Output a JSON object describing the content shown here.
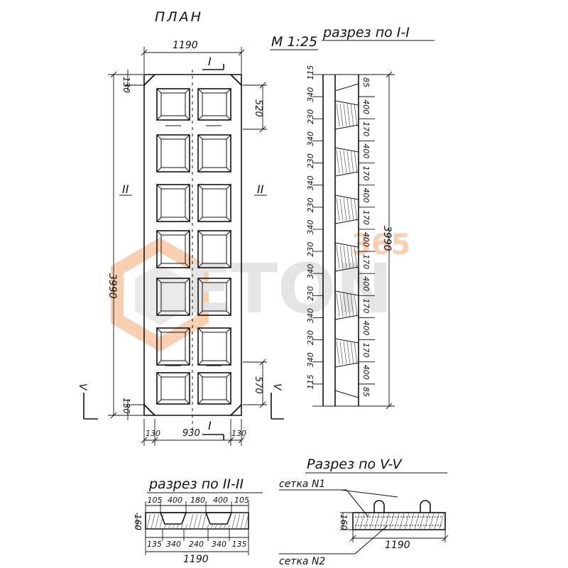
{
  "titles": {
    "plan": "ПЛАН",
    "scale": "М 1:25",
    "section_1": "разрез по I-I",
    "section_2": "разрез по II-II",
    "section_5": "Разрез по V-V"
  },
  "marks": {
    "cut_1": "I",
    "cut_2": "II",
    "cut_5": "V"
  },
  "plan_dims": {
    "width": "1190",
    "height": "3990",
    "corner_top": "130",
    "corner_bottom": "130",
    "end_top": "520",
    "end_bottom": "570",
    "bottom_left": "130",
    "bottom_mid": "930",
    "bottom_right": "130"
  },
  "section1_dims": {
    "overall": "3990",
    "left": [
      "115",
      "340",
      "230",
      "340",
      "230",
      "340",
      "230",
      "340",
      "230",
      "340",
      "230",
      "340",
      "230",
      "340",
      "115"
    ],
    "right": [
      "85",
      "400",
      "170",
      "400",
      "170",
      "400",
      "170",
      "400",
      "170",
      "400",
      "170",
      "400",
      "170",
      "400",
      "85"
    ]
  },
  "section2_dims": {
    "thickness": "160",
    "top": [
      "105",
      "400",
      "180",
      "400",
      "105"
    ],
    "bottom": [
      "135",
      "340",
      "240",
      "340",
      "135"
    ],
    "overall": "1190"
  },
  "section5": {
    "thickness": "160",
    "width": "1190",
    "mesh_1": "сетка N1",
    "mesh_2": "сетка N2"
  },
  "watermark": {
    "text": "ETON",
    "number": "365",
    "colors": {
      "accent": "#f5a873",
      "gray": "#cfcfcf"
    }
  }
}
